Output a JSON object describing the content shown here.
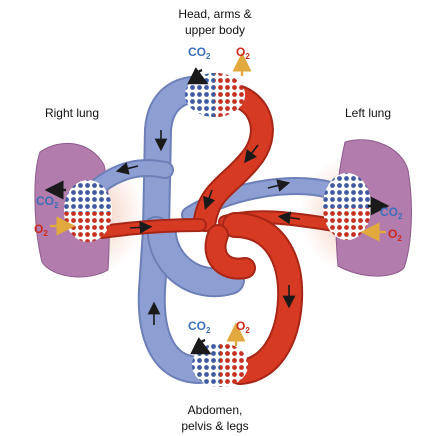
{
  "labels": {
    "upper": {
      "line1": "Head, arms &",
      "line2": "upper body"
    },
    "lower": {
      "line1": "Abdomen,",
      "line2": "pelvis & legs"
    },
    "right_lung": "Right lung",
    "left_lung": "Left lung"
  },
  "gases": {
    "co2": {
      "main": "CO",
      "sub": "2"
    },
    "o2": {
      "main": "O",
      "sub": "2"
    }
  },
  "colors": {
    "deoxygenated": "#8d9fd2",
    "deoxygenated_dark": "#6d7fb8",
    "oxygenated": "#d63a23",
    "oxygenated_dark": "#a82616",
    "lung": "#b27cad",
    "lung_edge": "#8e5b8c",
    "co2_text": "#3c6fb8",
    "o2_text": "#cc2a1b",
    "o2_arrow": "#e2a93e"
  }
}
